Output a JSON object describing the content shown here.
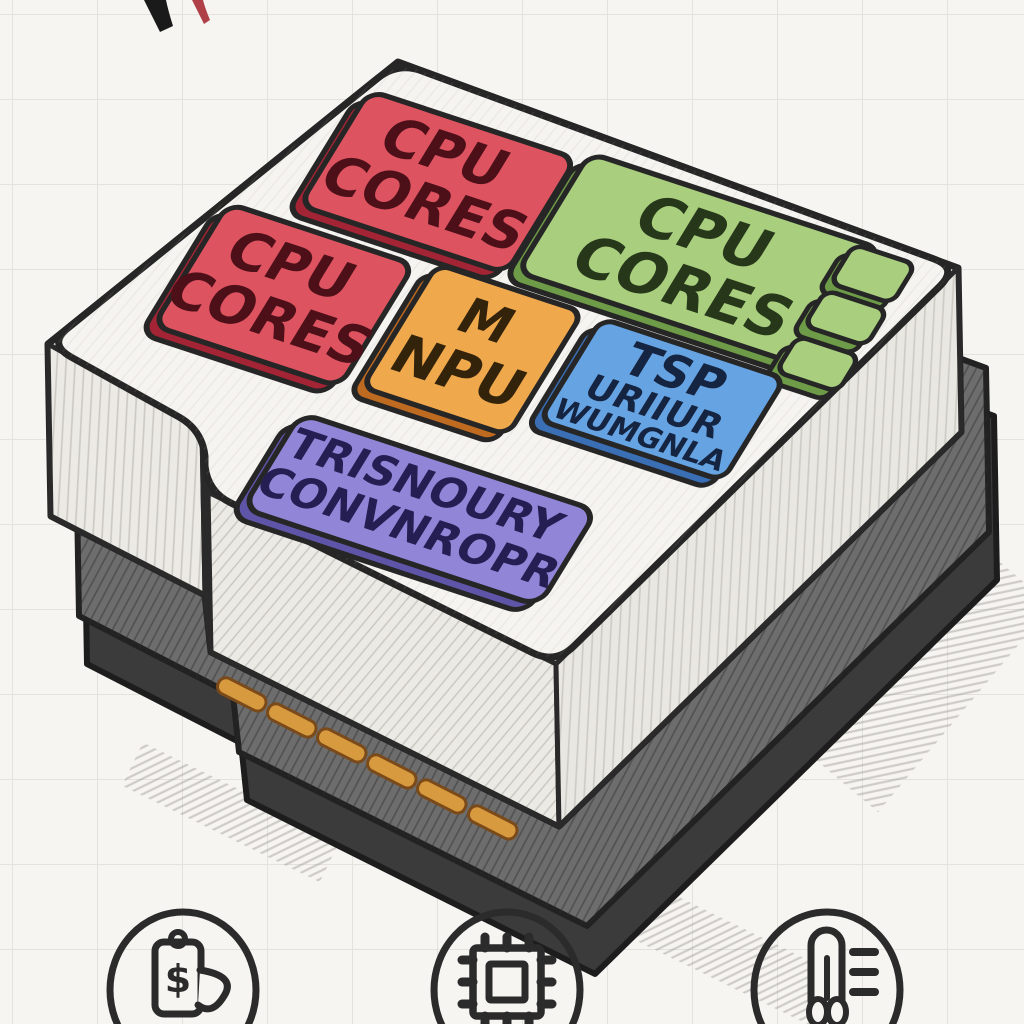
{
  "scene": {
    "description": "Hand-drawn isometric illustration of a system-on-chip mounted on a dark socket base, drawn on graph paper",
    "background": "graph-paper"
  },
  "chip": {
    "blocks": [
      {
        "id": "cpu-top",
        "lines": [
          "CPU",
          "CORES"
        ],
        "fill": "#dd5360",
        "side": "#a32434",
        "text_color": "#4d1019"
      },
      {
        "id": "cpu-left",
        "lines": [
          "CPU",
          "CORES"
        ],
        "fill": "#dd5360",
        "side": "#a32434",
        "text_color": "#4d1019"
      },
      {
        "id": "cpu-right",
        "lines": [
          "CPU",
          "CORES"
        ],
        "fill": "#a8ce7e",
        "side": "#6e9b47",
        "text_color": "#27371a"
      },
      {
        "id": "npu",
        "lines": [
          "M",
          "NPU"
        ],
        "fill": "#f0a84c",
        "side": "#bf6a21",
        "text_color": "#33230b"
      },
      {
        "id": "dsp",
        "lines": [
          "TSP",
          "URIIUR",
          "WUMGNLA"
        ],
        "fill": "#66a3e3",
        "side": "#3a6fb5",
        "text_color": "#152440"
      },
      {
        "id": "memory",
        "lines": [
          "TRISNOURY",
          "CONVNROPR"
        ],
        "fill": "#9185d8",
        "side": "#5f55a8",
        "text_color": "#251e52"
      }
    ],
    "body_color": "#f6f4f0",
    "wall_color": "#eceae5",
    "base_color": "#6d6d6d",
    "base_lower_color": "#3b3b3b",
    "pin_color": "#d79a3e",
    "outline_color": "#262626"
  },
  "icons": [
    {
      "name": "power-cost-icon",
      "symbol": "$"
    },
    {
      "name": "chip-icon",
      "symbol": ""
    },
    {
      "name": "temperature-icon",
      "symbol": ""
    }
  ]
}
